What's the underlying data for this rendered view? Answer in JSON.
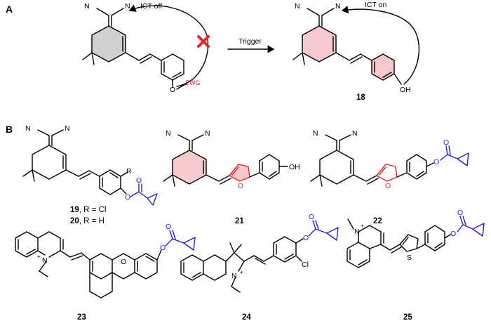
{
  "panels": {
    "a": "A",
    "b": "B"
  },
  "panel_a": {
    "ict_off": "ICT off",
    "ict_on": "ICT on",
    "trigger": "Trigger",
    "ewg": "EWG",
    "product_number": "18"
  },
  "compounds": {
    "c19_20": {
      "num1": "19",
      "sub1": ", R = Cl",
      "num2": "20",
      "sub2": ", R = H"
    },
    "c21": "21",
    "c22": "22",
    "c23": "23",
    "c24": "24",
    "c25": "25"
  },
  "atoms": {
    "N": "N",
    "O": "O",
    "OH": "OH",
    "S": "S",
    "Cl": "Cl",
    "R": "R",
    "plus": "+"
  },
  "colors": {
    "highlight_fill": "#f6c9cc",
    "ring_shade": "#d0d0d0",
    "red": "#e4262c",
    "blue": "#1f1fe0"
  }
}
